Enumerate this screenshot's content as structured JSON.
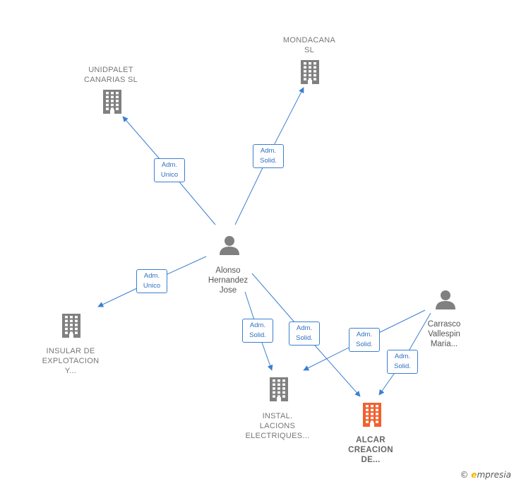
{
  "colors": {
    "edge": "#3b7fd0",
    "company": "#808080",
    "company_highlight": "#f2602e",
    "person": "#808080"
  },
  "nodes": {
    "unidpalet": {
      "label": "UNIDPALET\nCANARIAS  SL",
      "icon": "building-icon"
    },
    "mondacana": {
      "label": "MONDACANA\nSL",
      "icon": "building-icon"
    },
    "alonso": {
      "label": "Alonso\nHernandez\nJose",
      "icon": "person-icon"
    },
    "insular": {
      "label": "INSULAR DE\nEXPLOTACION\nY...",
      "icon": "building-icon"
    },
    "instal": {
      "label": "INSTAL.\nLACIONS\nELECTRIQUES...",
      "icon": "building-icon"
    },
    "alcar": {
      "label": "ALCAR\nCREACION\nDE...",
      "icon": "building-icon"
    },
    "carrasco": {
      "label": "Carrasco\nVallespin\nMaria...",
      "icon": "person-icon"
    }
  },
  "edges": [
    {
      "from": "alonso",
      "to": "unidpalet",
      "label": "Adm.\nUnico"
    },
    {
      "from": "alonso",
      "to": "mondacana",
      "label": "Adm.\nSolid."
    },
    {
      "from": "alonso",
      "to": "insular",
      "label": "Adm.\nUnico"
    },
    {
      "from": "alonso",
      "to": "instal",
      "label": "Adm.\nSolid."
    },
    {
      "from": "alonso",
      "to": "alcar",
      "label": "Adm.\nSolid."
    },
    {
      "from": "carrasco",
      "to": "instal",
      "label": "Adm.\nSolid."
    },
    {
      "from": "carrasco",
      "to": "alcar",
      "label": "Adm.\nSolid."
    }
  ],
  "brand": {
    "copyright": "©",
    "e": "e",
    "rest": "mpresia"
  }
}
